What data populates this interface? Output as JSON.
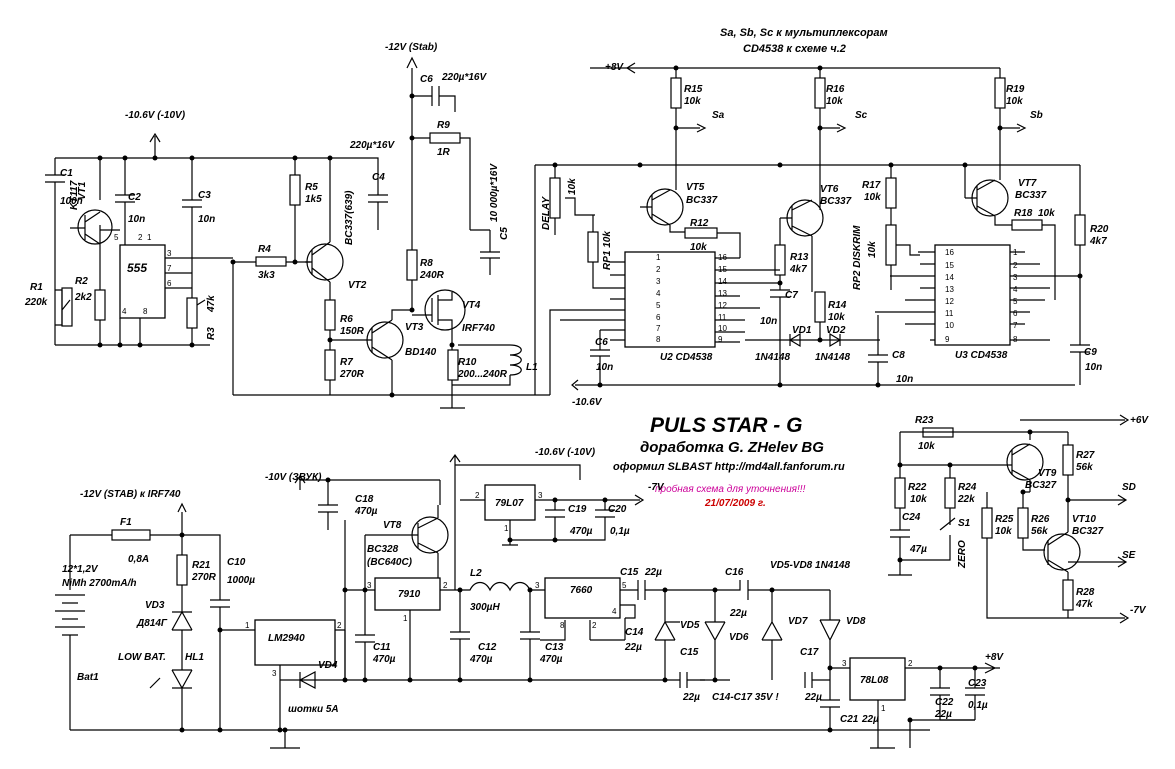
{
  "title": {
    "main": "PULS STAR - G",
    "sub": "доработка G. ZHelev BG",
    "credit": "оформил SLBAST http://md4all.fanforum.ru",
    "note": "пробная схема для уточнения!!!",
    "date": "21/07/2009 г.",
    "note_color": "#cc0099",
    "date_color": "#cc0000"
  },
  "header": {
    "mux_line1": "Sa, Sb, Sc к мультиплексорам",
    "mux_line2": "CD4538 к схеме ч.2"
  },
  "rails": {
    "v106_top": "-10.6V (-10V)",
    "v12stab_top": "-12V (Stab)",
    "v8_top": "+8V",
    "v106_mid": "-10.6V",
    "v106_lower": "-10.6V (-10V)",
    "v7_lower": "-7V",
    "v10_zvuk": "-10V (ЗВУК)",
    "v12_irf": "-12V (STAB) к IRF740",
    "v6": "+6V",
    "v7_right": "-7V",
    "v8_bottom": "+8V"
  },
  "signals": {
    "sa": "Sa",
    "sb": "Sb",
    "sc": "Sc",
    "sd": "SD",
    "se": "SE"
  },
  "ics": {
    "u555": "555",
    "u2": "U2 CD4538",
    "u3": "U3 CD4538",
    "lm2940": "LM2940",
    "reg7910": "7910",
    "reg79l07": "79L07",
    "reg7660": "7660",
    "reg78l08": "78L08"
  },
  "pins": {
    "p555": [
      "2",
      "5",
      "1",
      "3",
      "7",
      "6",
      "4",
      "8"
    ],
    "cd4538_left": [
      "1",
      "2",
      "3",
      "4",
      "5",
      "6",
      "7",
      "8"
    ],
    "cd4538_right": [
      "16",
      "15",
      "14",
      "13",
      "12",
      "11",
      "10",
      "9"
    ],
    "reg": [
      "1",
      "2",
      "3"
    ],
    "p7660": [
      "8",
      "2",
      "4",
      "3",
      "5"
    ]
  },
  "components": {
    "c1": "C1",
    "c1v": "100n",
    "vt1": "VT1",
    "vt1v": "KT117",
    "c2": "C2",
    "c2v": "10n",
    "r1": "R1",
    "r1v": "220k",
    "r2": "R2",
    "r2v": "2k2",
    "c3": "C3",
    "c3v": "10n",
    "r3": "R3",
    "r3v": "47k",
    "r4": "R4",
    "r4v": "3k3",
    "r5": "R5",
    "r5v": "1k5",
    "vt2": "VT2",
    "vt2v": "BC337(639)",
    "c4": "C4",
    "r6": "R6",
    "r6v": "150R",
    "r7": "R7",
    "r7v": "270R",
    "vt3": "VT3",
    "vt3v": "BD140",
    "c6a": "C6",
    "c6av": "220µ*16V",
    "c_220": "220µ*16V",
    "r9": "R9",
    "r9v": "1R",
    "c5": "C5",
    "c5v": "10 000µ*16V",
    "r8": "R8",
    "r8v": "240R",
    "vt4": "VT4",
    "vt4v": "IRF740",
    "r10": "R10",
    "r10v": "200...240R",
    "l1": "L1",
    "delay": "DELAY",
    "rp1": "RP1 10k",
    "rp1v": "10k",
    "c6": "C6",
    "c6v": "10n",
    "r15": "R15",
    "r15v": "10k",
    "vt5": "VT5",
    "vt5v": "BC337",
    "r12": "R12",
    "r12v": "10k",
    "r16": "R16",
    "r16v": "10k",
    "vt6": "VT6",
    "vt6v": "BC337",
    "r13": "R13",
    "r13v": "4k7",
    "c7": "C7",
    "c7v": "10n",
    "r14": "R14",
    "r14v": "10k",
    "vd1": "VD1",
    "vd1v": "1N4148",
    "vd2": "VD2",
    "vd2v": "1N4148",
    "r17": "R17",
    "r17v": "10k",
    "rp2": "RP2 DISKRIM",
    "rp2v": "10k",
    "c8": "C8",
    "c8v": "10n",
    "r19": "R19",
    "r19v": "10k",
    "vt7": "VT7",
    "vt7v": "BC337",
    "r18": "R18",
    "r18v": "10k",
    "r20": "R20",
    "r20v": "4k7",
    "c9": "C9",
    "c9v": "10n",
    "r23": "R23",
    "r23v": "10k",
    "r22": "R22",
    "r22v": "10k",
    "r24": "R24",
    "r24v": "22k",
    "c24": "C24",
    "c24v": "47µ",
    "s1": "S1",
    "zero": "ZERO",
    "vt9": "VT9",
    "vt9v": "BC327",
    "r27": "R27",
    "r27v": "56k",
    "r25": "R25",
    "r25v": "10k",
    "r26": "R26",
    "r26v": "56k",
    "vt10": "VT10",
    "vt10v": "BC327",
    "r28": "R28",
    "r28v": "47k",
    "bat": "12*1,2V",
    "batv": "NiMh 2700mA/h",
    "bat1": "Bat1",
    "f1": "F1",
    "f1v": "0,8A",
    "r21": "R21",
    "r21v": "270R",
    "vd3": "VD3",
    "vd3v": "Д814Г",
    "lowbat": "LOW BAT.",
    "hl1": "HL1",
    "c10": "C10",
    "c10v": "1000µ",
    "vd4": "VD4",
    "schottky": "шотки 5A",
    "c18": "C18",
    "c18v": "470µ",
    "vt8": "VT8",
    "vt8v": "BC328",
    "vt8v2": "(BC640C)",
    "c19": "C19",
    "c19v": "470µ",
    "c20": "C20",
    "c20v": "0,1µ",
    "l2": "L2",
    "l2v": "300µH",
    "c11": "C11",
    "c11v": "470µ",
    "c12": "C12",
    "c12v": "470µ",
    "c13": "C13",
    "c13v": "470µ",
    "c15a": "C15",
    "c15av": "22µ",
    "c14": "C14",
    "c14v": "22µ",
    "c16a": "C16",
    "c16av": "22µ",
    "vdrange": "VD5-VD8 1N4148",
    "vd5": "VD5",
    "vd6": "VD6",
    "vd7": "VD7",
    "vd8": "VD8",
    "c15": "C15",
    "c15v": "22µ",
    "c14_17": "C14-C17 35V !",
    "c17": "C17",
    "c17v": "22µ",
    "c21": "C21",
    "c21v": "22µ",
    "c22": "C22",
    "c22v": "22µ",
    "c23": "C23",
    "c23v": "0,1µ"
  }
}
